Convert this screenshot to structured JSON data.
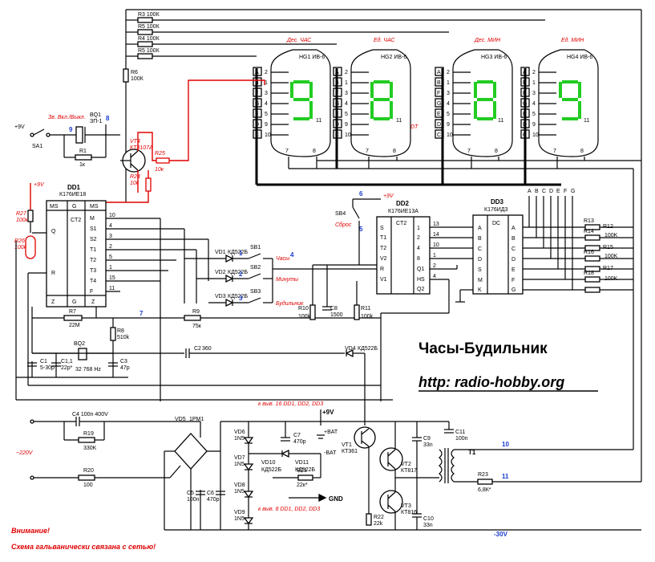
{
  "title": "Часы-Будильник",
  "url": "http: radio-hobby.org",
  "warning": {
    "line1": "Внимание!",
    "line2": "Схема гальванически связана с сетью!"
  },
  "tubes": [
    {
      "ref": "HG1 ИВ-6",
      "label": "Дес. ЧАС"
    },
    {
      "ref": "HG2 ИВ-6",
      "label": "Ед. ЧАС"
    },
    {
      "ref": "HG3 ИВ-6",
      "label": "Дес. МИН"
    },
    {
      "ref": "HG4 ИВ-6",
      "label": "Ед. МИН"
    }
  ],
  "tube_pins": {
    "left": [
      "A",
      "B",
      "F",
      "G",
      "E",
      "D",
      "C"
    ],
    "left_nums": [
      "2",
      "1",
      "3",
      "4",
      "5",
      "9",
      "10"
    ],
    "dp": "DT",
    "grid": "11",
    "heater": [
      "7",
      "8"
    ]
  },
  "chips": {
    "dd1": {
      "ref": "DD1",
      "type": "К176ИЕ18",
      "center": "CT2",
      "pins_left": [
        "MS",
        "Q",
        "R",
        "Z"
      ],
      "pins_right": [
        "M",
        "S1",
        "S2",
        "T1",
        "T2",
        "T3",
        "T4",
        "F",
        "Z"
      ]
    },
    "dd2": {
      "ref": "DD2",
      "type": "К176ИЕ13А",
      "center": "CT2",
      "pins_left": [
        "S",
        "T1",
        "T2",
        "V2",
        "R",
        "V1"
      ],
      "pins_right": [
        "1",
        "2",
        "4",
        "8",
        "Q1",
        "HS",
        "Q2"
      ]
    },
    "dd3": {
      "ref": "DD3",
      "type": "К176ИД3",
      "center": "DC",
      "pins_left": [
        "A",
        "B",
        "C",
        "D",
        "S",
        "M",
        "K"
      ],
      "pins_right": [
        "A",
        "B",
        "C",
        "D",
        "E",
        "F",
        "G"
      ]
    }
  },
  "labels": {
    "power_on": "Зв. Вкл./Выкл.",
    "sa1": "SA1",
    "bq1": "BQ1",
    "bq1_type": "ЗП-1",
    "r1": "R1",
    "r1_val": "1к",
    "vt4": "VT4",
    "vt4_type": "КТ3107А",
    "r25": "R25",
    "r25_val": "10к",
    "r24": "R24",
    "r24_val": "10к",
    "r6": "R6",
    "r6_val": "100К",
    "r_top": [
      "R3 100К",
      "R5 100К",
      "R4 100К",
      "R5 100К"
    ],
    "plus9v": "+9V",
    "minus9v": "+9V",
    "r27": "R27",
    "r27_val": "100к",
    "r26": "R26",
    "r26_val": "100к",
    "sb4": "SB4",
    "sb4_text": "Сброс",
    "vd1": "VD1",
    "vd2": "VD2",
    "vd3": "VD3",
    "kd522": "КД522Б",
    "sb1": "SB1",
    "sb2": "SB2",
    "sb3": "SB3",
    "chasy": "Часы",
    "minuty": "Минуты",
    "budilnik": "Будильник",
    "r7": "R7",
    "r7_val": "22M",
    "r8": "R8",
    "r8_val": "510k",
    "r9": "R9",
    "r9_val": "75к",
    "c1": "C1",
    "c1_val": "5-30p",
    "c11": "C1,1",
    "c11_val": "22p*",
    "bq2": "BQ2",
    "bq2_val": "32 768 Hz",
    "c3": "C3",
    "c3_val": "47p",
    "c2": "C2",
    "c2_val": "360",
    "r10": "R10",
    "r10_val": "100k",
    "c8": "C8",
    "c8_val": "1500",
    "r11": "R11",
    "r11_val": "100k",
    "vd4": "VD4",
    "vd4_type": "КД522Б",
    "r13": "R13",
    "r14": "R14",
    "r15": "R15",
    "r16": "R16",
    "r17": "R17",
    "r18": "R18",
    "r12": "R12",
    "r_val": "100K",
    "pins_abc": [
      "A",
      "B",
      "C",
      "D",
      "E",
      "F",
      "G"
    ],
    "c4": "C4 100n 400V",
    "r19": "R19",
    "r19_val": "330K",
    "r20": "R20",
    "r20_val": "100",
    "v220": "~220V",
    "vd5": "VD5",
    "vd5_type": "1PM1",
    "c5": "C5",
    "c5_val": "100n",
    "c6": "C6",
    "c6_val": "470р",
    "vd6": "VD6",
    "vd7": "VD7",
    "vd8": "VD8",
    "vd9": "VD9",
    "vd_type": "1N5",
    "vd10": "VD10",
    "vd11": "VD11",
    "kd522b": "КД522Б",
    "c7": "C7",
    "c7_val": "470р",
    "r21": "R21",
    "r21_val": "22к*",
    "bat_p": "+BAT",
    "bat_n": "-BAT",
    "gnd": "GND",
    "pin16": "к выв. 16 DD1, DD2, DD3",
    "pin8": "к выв. 8 DD1, DD2, DD3",
    "vt1": "VT1",
    "vt1_type": "КТ361",
    "vt2": "VT2",
    "vt2_type": "КТ817",
    "vt3": "VT3",
    "vt3_type": "КТ816",
    "r22": "R22",
    "r22_val": "22k",
    "r23": "R23",
    "r23_val": "6,8К*",
    "c9": "C9",
    "c9_val": "33n",
    "c10": "C10",
    "c10_val": "33n",
    "c11b": "C11",
    "c11b_val": "100n",
    "t1": "T1",
    "minus30": "-30V",
    "n10": "10",
    "n11": "11",
    "n9": "9",
    "n8": "8",
    "n7": "7",
    "n4": "4",
    "n5": "5",
    "n1": "1",
    "n2": "2",
    "n3": "3",
    "n6": "6"
  }
}
